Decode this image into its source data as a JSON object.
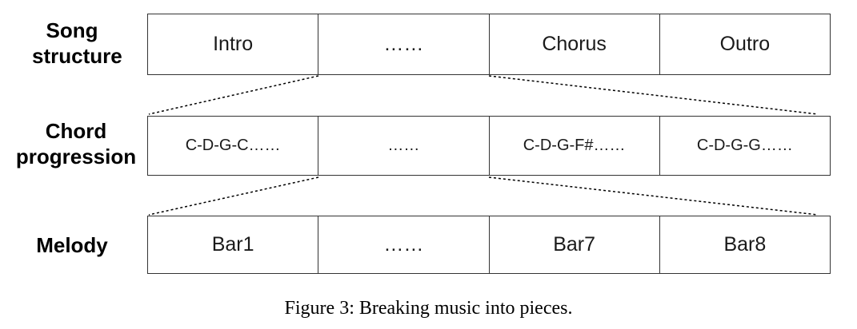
{
  "rows": [
    {
      "label_lines": [
        "Song",
        "structure"
      ],
      "cells": [
        "Intro",
        "……",
        "Chorus",
        "Outro"
      ]
    },
    {
      "label_lines": [
        "Chord",
        "progression"
      ],
      "cells": [
        "C-D-G-C……",
        "……",
        "C-D-G-F#……",
        "C-D-G-G……"
      ]
    },
    {
      "label_lines": [
        "Melody"
      ],
      "cells": [
        "Bar1",
        "……",
        "Bar7",
        "Bar8"
      ]
    }
  ],
  "caption": "Figure 3: Breaking music into pieces."
}
